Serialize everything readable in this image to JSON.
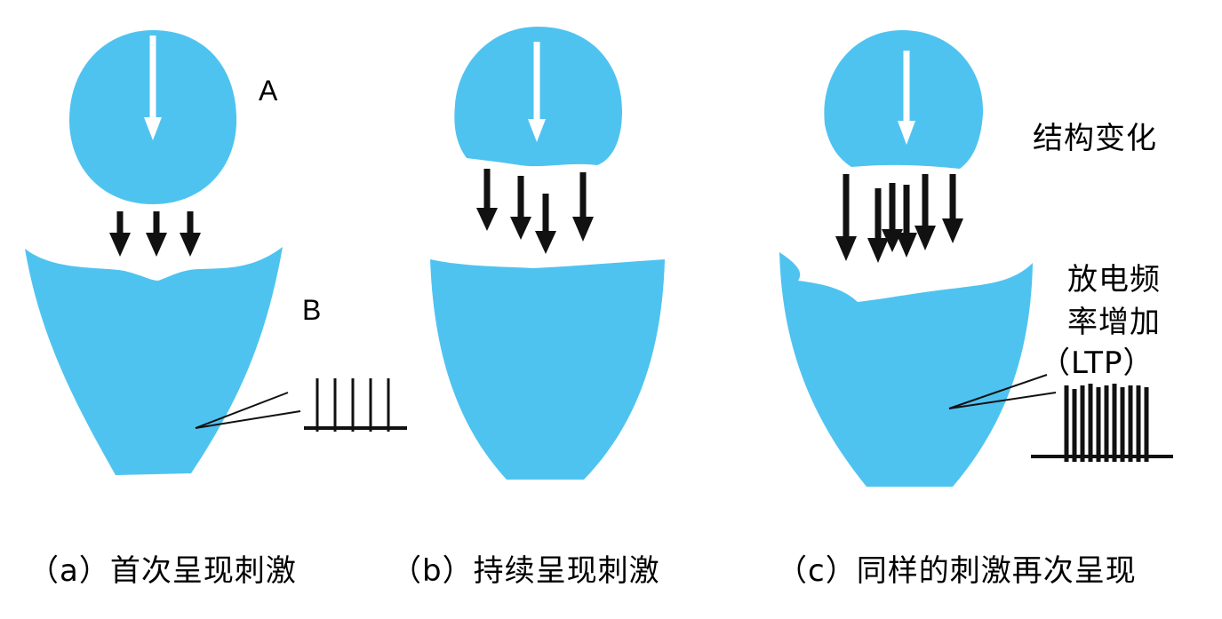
{
  "colors": {
    "cell": "#4FC3F0",
    "ink": "#111111",
    "background": "#ffffff"
  },
  "panels": [
    {
      "id": "a",
      "caption": "（a）首次呈现刺激"
    },
    {
      "id": "b",
      "caption": "（b）持续呈现刺激"
    },
    {
      "id": "c",
      "caption": "（c）同样的刺激再次呈现"
    }
  ],
  "labels": {
    "presynaptic": "A",
    "postsynaptic": "B",
    "structural_change": "结构变化",
    "firing_line1": "放电频",
    "firing_line2": "率增加",
    "firing_line3": "（LTP）"
  },
  "spike_trains": {
    "a": {
      "spike_count": 5
    },
    "c": {
      "spike_count": 11
    }
  },
  "transmitter_arrows": {
    "a": 3,
    "b": 4,
    "c": 6
  }
}
